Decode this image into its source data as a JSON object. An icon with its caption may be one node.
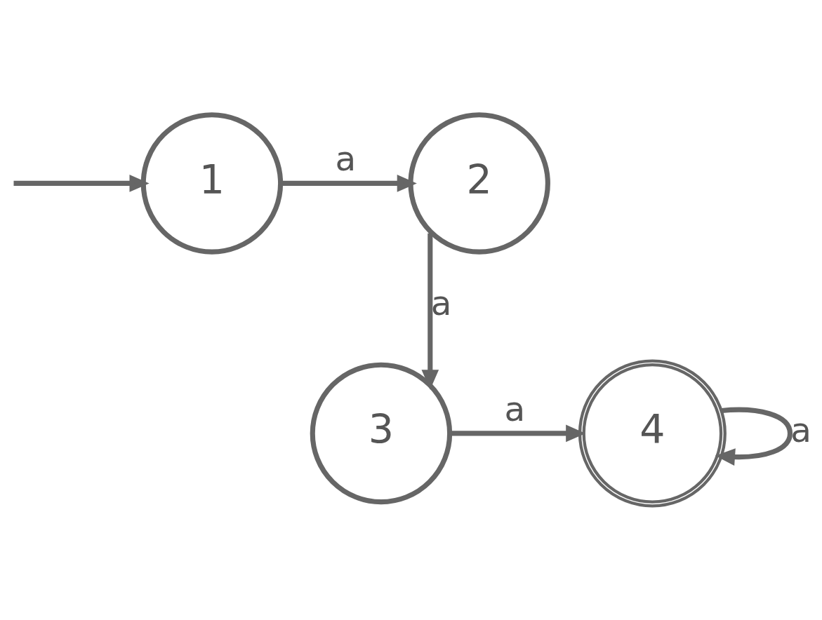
{
  "diagram": {
    "nodes": [
      {
        "text": [
          "1"
        ]
      },
      {
        "text": [
          "2"
        ]
      },
      {
        "text": [
          "3"
        ]
      },
      {
        "text": [
          "4"
        ]
      }
    ],
    "edges": [
      {
        "from": null,
        "to": 0,
        "arrow": "to"
      },
      {
        "from": 0,
        "to": 1,
        "arrow": "to",
        "label": "a"
      },
      {
        "from": 1,
        "to": 2,
        "arrow": "to",
        "label": "a"
      },
      {
        "from": 2,
        "to": 3,
        "arrow": "to",
        "label": "a"
      },
      {
        "from": 3,
        "to": 3,
        "arrow": "to",
        "label": "a"
      }
    ]
  }
}
